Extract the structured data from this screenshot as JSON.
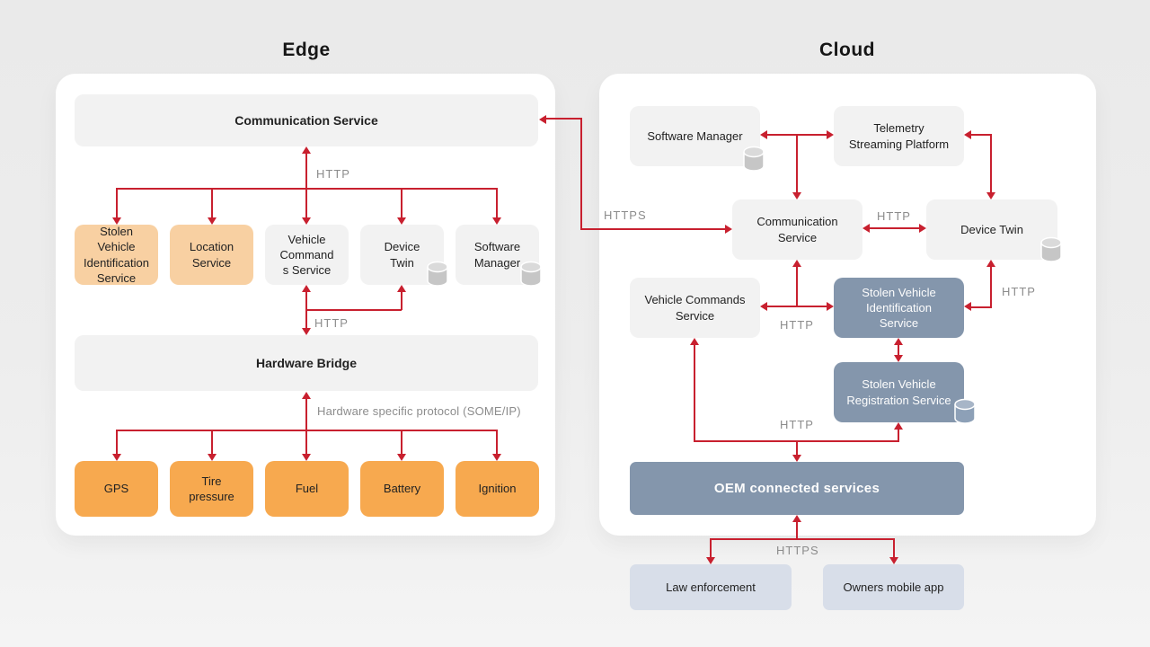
{
  "titles": {
    "edge": "Edge",
    "cloud": "Cloud"
  },
  "colors": {
    "arrow_red": "#c8202f",
    "service_gray": "#f2f2f2",
    "edge_service_orange": "#f8d0a2",
    "sensor_orange": "#f7a94f",
    "cloud_service_slate": "#8496ac",
    "external_blue": "#d8dee9",
    "protocol_label_gray": "#8c8c8c",
    "panel_white": "#ffffff"
  },
  "edge": {
    "communication_service": "Communication Service",
    "http_top_label": "HTTP",
    "services": [
      {
        "label": "Stolen\nVehicle\nIdentification\nService"
      },
      {
        "label": "Location\nService"
      },
      {
        "label": "Vehicle\nCommand\ns Service"
      },
      {
        "label": "Device\nTwin"
      },
      {
        "label": "Software\nManager"
      }
    ],
    "http_bridge_label": "HTTP",
    "hardware_bridge": "Hardware Bridge",
    "protocol_label": "Hardware specific protocol (SOME/IP)",
    "sensors": [
      {
        "label": "GPS"
      },
      {
        "label": "Tire\npressure"
      },
      {
        "label": "Fuel"
      },
      {
        "label": "Battery"
      },
      {
        "label": "Ignition"
      }
    ]
  },
  "cloud": {
    "software_manager": "Software Manager",
    "telemetry_streaming_platform": "Telemetry\nStreaming Platform",
    "communication_service": "Communication\nService",
    "device_twin": "Device Twin",
    "vehicle_commands_service": "Vehicle Commands\nService",
    "stolen_vehicle_identification_service": "Stolen Vehicle\nIdentification\nService",
    "stolen_vehicle_registration_service": "Stolen Vehicle\nRegistration Service",
    "oem_connected_services": "OEM connected services",
    "law_enforcement": "Law enforcement",
    "owners_mobile_app": "Owners mobile app",
    "labels": {
      "https_edge_link": "HTTPS",
      "http_comm_device_twin": "HTTP",
      "http_device_twin_svis": "HTTP",
      "http_vcs_svis": "HTTP",
      "http_oem": "HTTP",
      "https_bottom": "HTTPS"
    }
  }
}
